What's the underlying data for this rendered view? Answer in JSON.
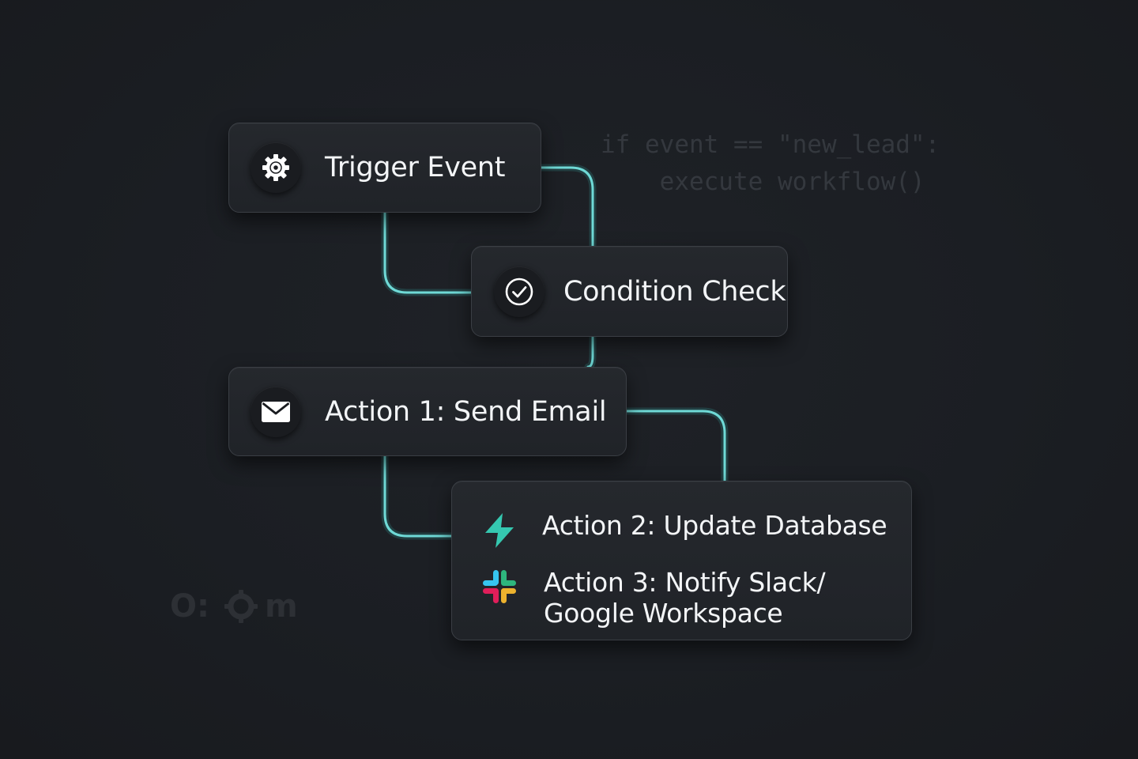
{
  "nodes": {
    "trigger": {
      "label": "Trigger Event",
      "icon": "gear-icon"
    },
    "condition": {
      "label": "Condition Check",
      "icon": "check-circle-icon"
    },
    "action1": {
      "label": "Action 1: Send Email",
      "icon": "mail-icon"
    },
    "action2": {
      "label": "Action 2: Update Database",
      "icon": "lightning-bolt-icon"
    },
    "action3": {
      "label": "Action 3: Notify Slack/ Google Workspace",
      "icon": "slack-icon"
    }
  },
  "code": {
    "line1": "if event == \"new_lead\":",
    "line2": "    execute workflow()"
  },
  "watermark": {
    "prefix": "O:",
    "suffix": "m"
  },
  "colors": {
    "background": "#1b1e23",
    "node": "#23262b",
    "connector": "#6fd9d6",
    "bolt": "#35c8b0",
    "slack": [
      "#36c5f0",
      "#2eb67d",
      "#ecb22e",
      "#e01e5a"
    ]
  }
}
